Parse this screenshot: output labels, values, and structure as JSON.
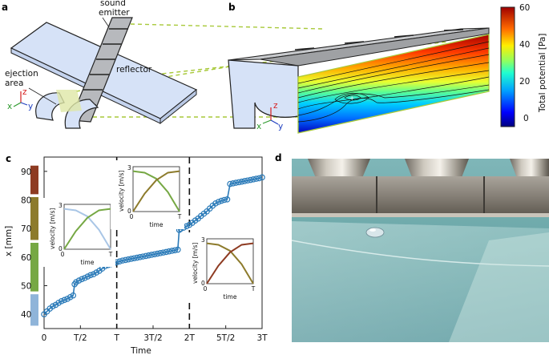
{
  "panels": {
    "a": {
      "label": "a",
      "sound_emitter_line1": "sound",
      "sound_emitter_line2": "emitter",
      "reflector": "reflector",
      "ejection_area_line1": "ejection",
      "ejection_area_line2": "area",
      "axes": {
        "z": "z",
        "x": "x",
        "y": "y"
      }
    },
    "b": {
      "label": "b",
      "axes": {
        "z": "z",
        "x": "x",
        "y": "y"
      },
      "colorbar": {
        "label": "Total potential [Pa]",
        "ticks": [
          "60",
          "40",
          "20",
          "0"
        ],
        "range": [
          -5,
          60
        ]
      }
    },
    "c": {
      "label": "c"
    },
    "d": {
      "label": "d"
    }
  },
  "colors": {
    "device_face": "#d6e2f7",
    "dashed_guides": "#a8c93a",
    "trace_blue": "#2a7ab8",
    "band_blue": "#8fb4d9",
    "band_green": "#76a844",
    "band_olive": "#8d7b2c",
    "band_brown": "#8e3b22",
    "water": "#6fa9a6"
  },
  "chart_data": [
    {
      "type": "line",
      "title": "",
      "xlabel": "Time",
      "ylabel": "x [mm]",
      "x_tick_labels": [
        "0",
        "T/2",
        "T",
        "3T/2",
        "2T",
        "5T/2",
        "3T"
      ],
      "xlim": [
        0,
        3
      ],
      "ylim": [
        35,
        95
      ],
      "y_ticks": [
        40,
        50,
        60,
        70,
        80,
        90
      ],
      "dashed_vlines": [
        1,
        2
      ],
      "color_bands": [
        {
          "color": "#8fb4d9",
          "range": [
            36,
            47
          ]
        },
        {
          "color": "#76a844",
          "range": [
            48,
            65
          ]
        },
        {
          "color": "#8d7b2c",
          "range": [
            66,
            81
          ]
        },
        {
          "color": "#8e3b22",
          "range": [
            82,
            92
          ]
        }
      ],
      "series": [
        {
          "x": [
            0.0,
            0.04,
            0.08,
            0.12,
            0.16,
            0.2,
            0.24,
            0.28,
            0.32,
            0.36,
            0.4,
            0.42,
            0.44,
            0.48,
            0.52,
            0.56,
            0.6,
            0.64,
            0.68,
            0.72,
            0.76,
            0.8,
            0.84,
            0.88,
            0.92,
            0.96,
            1.0,
            1.04,
            1.08,
            1.12,
            1.16,
            1.2,
            1.24,
            1.28,
            1.32,
            1.36,
            1.4,
            1.44,
            1.48,
            1.52,
            1.56,
            1.6,
            1.64,
            1.68,
            1.72,
            1.76,
            1.8,
            1.84,
            1.86,
            1.88,
            1.92,
            1.96,
            2.0,
            2.04,
            2.08,
            2.12,
            2.16,
            2.2,
            2.24,
            2.28,
            2.32,
            2.36,
            2.4,
            2.44,
            2.48,
            2.52,
            2.56,
            2.6,
            2.64,
            2.68,
            2.72,
            2.76,
            2.8,
            2.84,
            2.88,
            2.92,
            2.96,
            3.0
          ],
          "y": [
            40,
            41,
            42,
            42.8,
            43.3,
            44,
            44.6,
            45,
            45.4,
            46,
            46.6,
            50.5,
            51.2,
            51.8,
            52.3,
            52.7,
            53.2,
            53.7,
            54,
            54.6,
            55.2,
            56,
            56.8,
            57.2,
            57.5,
            57.8,
            58.2,
            58.5,
            58.8,
            59,
            59.2,
            59.4,
            59.6,
            59.8,
            60,
            60.2,
            60.4,
            60.6,
            60.8,
            61,
            61.2,
            61.4,
            61.6,
            61.8,
            62,
            62.2,
            62.4,
            62.6,
            69.5,
            69.9,
            70.3,
            70.8,
            71.3,
            72,
            72.8,
            73.5,
            74.4,
            75.2,
            76,
            77,
            78,
            78.8,
            79.3,
            79.7,
            80,
            80.2,
            85.6,
            85.8,
            86,
            86.2,
            86.4,
            86.6,
            86.8,
            87,
            87.2,
            87.4,
            87.6,
            87.9
          ]
        }
      ]
    },
    {
      "type": "line",
      "name": "inset-1",
      "xlabel": "time",
      "ylabel": "velocity [m/s]",
      "x_tick_labels": [
        "0",
        "T"
      ],
      "y_tick_labels": [
        "0",
        "3"
      ],
      "series": [
        {
          "color": "#a9c6e6",
          "x": [
            0,
            0.25,
            0.5,
            0.75,
            1
          ],
          "y": [
            2.7,
            2.6,
            2.2,
            1.3,
            0
          ]
        },
        {
          "color": "#76a844",
          "x": [
            0,
            0.25,
            0.5,
            0.75,
            1
          ],
          "y": [
            0,
            1.2,
            2.1,
            2.6,
            2.7
          ]
        }
      ]
    },
    {
      "type": "line",
      "name": "inset-2",
      "xlabel": "time",
      "ylabel": "velocity [m/s]",
      "x_tick_labels": [
        "0",
        "T"
      ],
      "y_tick_labels": [
        "0",
        "3"
      ],
      "series": [
        {
          "color": "#76a844",
          "x": [
            0,
            0.25,
            0.5,
            0.75,
            1
          ],
          "y": [
            2.7,
            2.6,
            2.2,
            1.3,
            0
          ]
        },
        {
          "color": "#8d7b2c",
          "x": [
            0,
            0.25,
            0.5,
            0.75,
            1
          ],
          "y": [
            0,
            1.2,
            2.1,
            2.6,
            2.7
          ]
        }
      ]
    },
    {
      "type": "line",
      "name": "inset-3",
      "xlabel": "time",
      "ylabel": "velocity [m/s]",
      "x_tick_labels": [
        "0",
        "T"
      ],
      "y_tick_labels": [
        "0",
        "3"
      ],
      "series": [
        {
          "color": "#8d7b2c",
          "x": [
            0,
            0.25,
            0.5,
            0.75,
            1
          ],
          "y": [
            2.7,
            2.6,
            2.2,
            1.3,
            0
          ]
        },
        {
          "color": "#8e3b22",
          "x": [
            0,
            0.25,
            0.5,
            0.75,
            1
          ],
          "y": [
            0,
            1.2,
            2.1,
            2.6,
            2.7
          ]
        }
      ]
    }
  ]
}
